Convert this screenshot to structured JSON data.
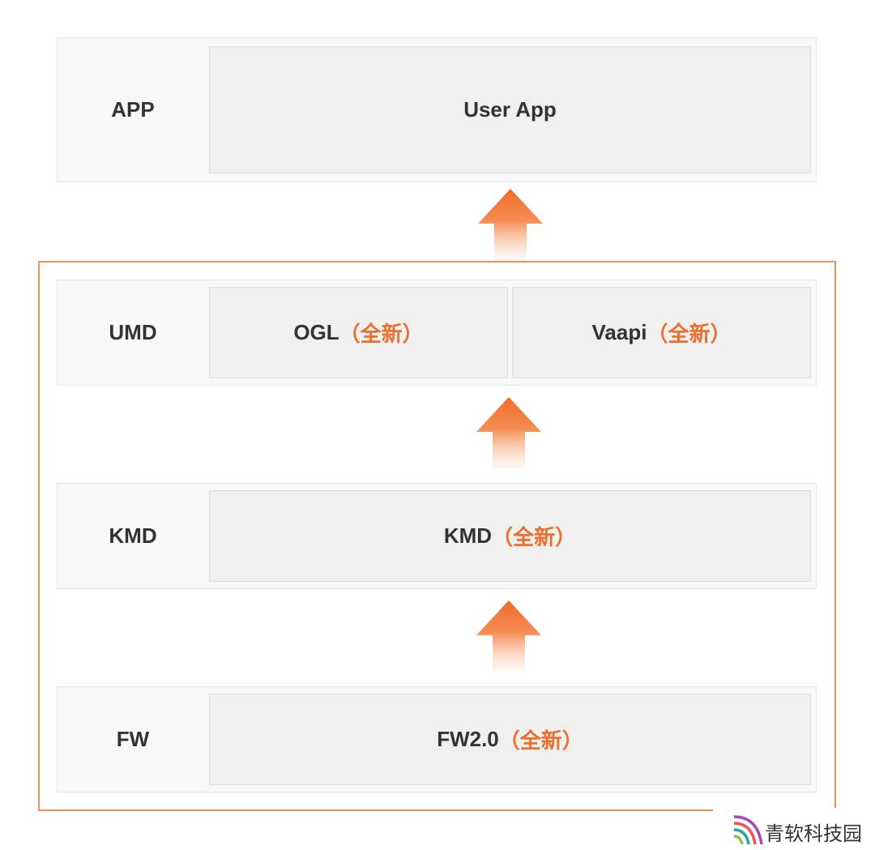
{
  "rows": {
    "app": {
      "label": "APP",
      "cell": "User App"
    },
    "umd": {
      "label": "UMD",
      "cells": [
        {
          "name": "OGL",
          "tag": "（全新）"
        },
        {
          "name": "Vaapi",
          "tag": "（全新）"
        }
      ]
    },
    "kmd": {
      "label": "KMD",
      "cell": {
        "name": "KMD",
        "tag": "（全新）"
      }
    },
    "fw": {
      "label": "FW",
      "cell": {
        "name": "FW2.0",
        "tag": "（全新）"
      }
    }
  },
  "watermark": {
    "text": "青软科技园"
  },
  "colors": {
    "accent": "#ee6f2d",
    "frame": "#ee9356",
    "row_bg": "#f8f8f8",
    "cell_bg": "#f0f0f0",
    "text": "#333333"
  }
}
